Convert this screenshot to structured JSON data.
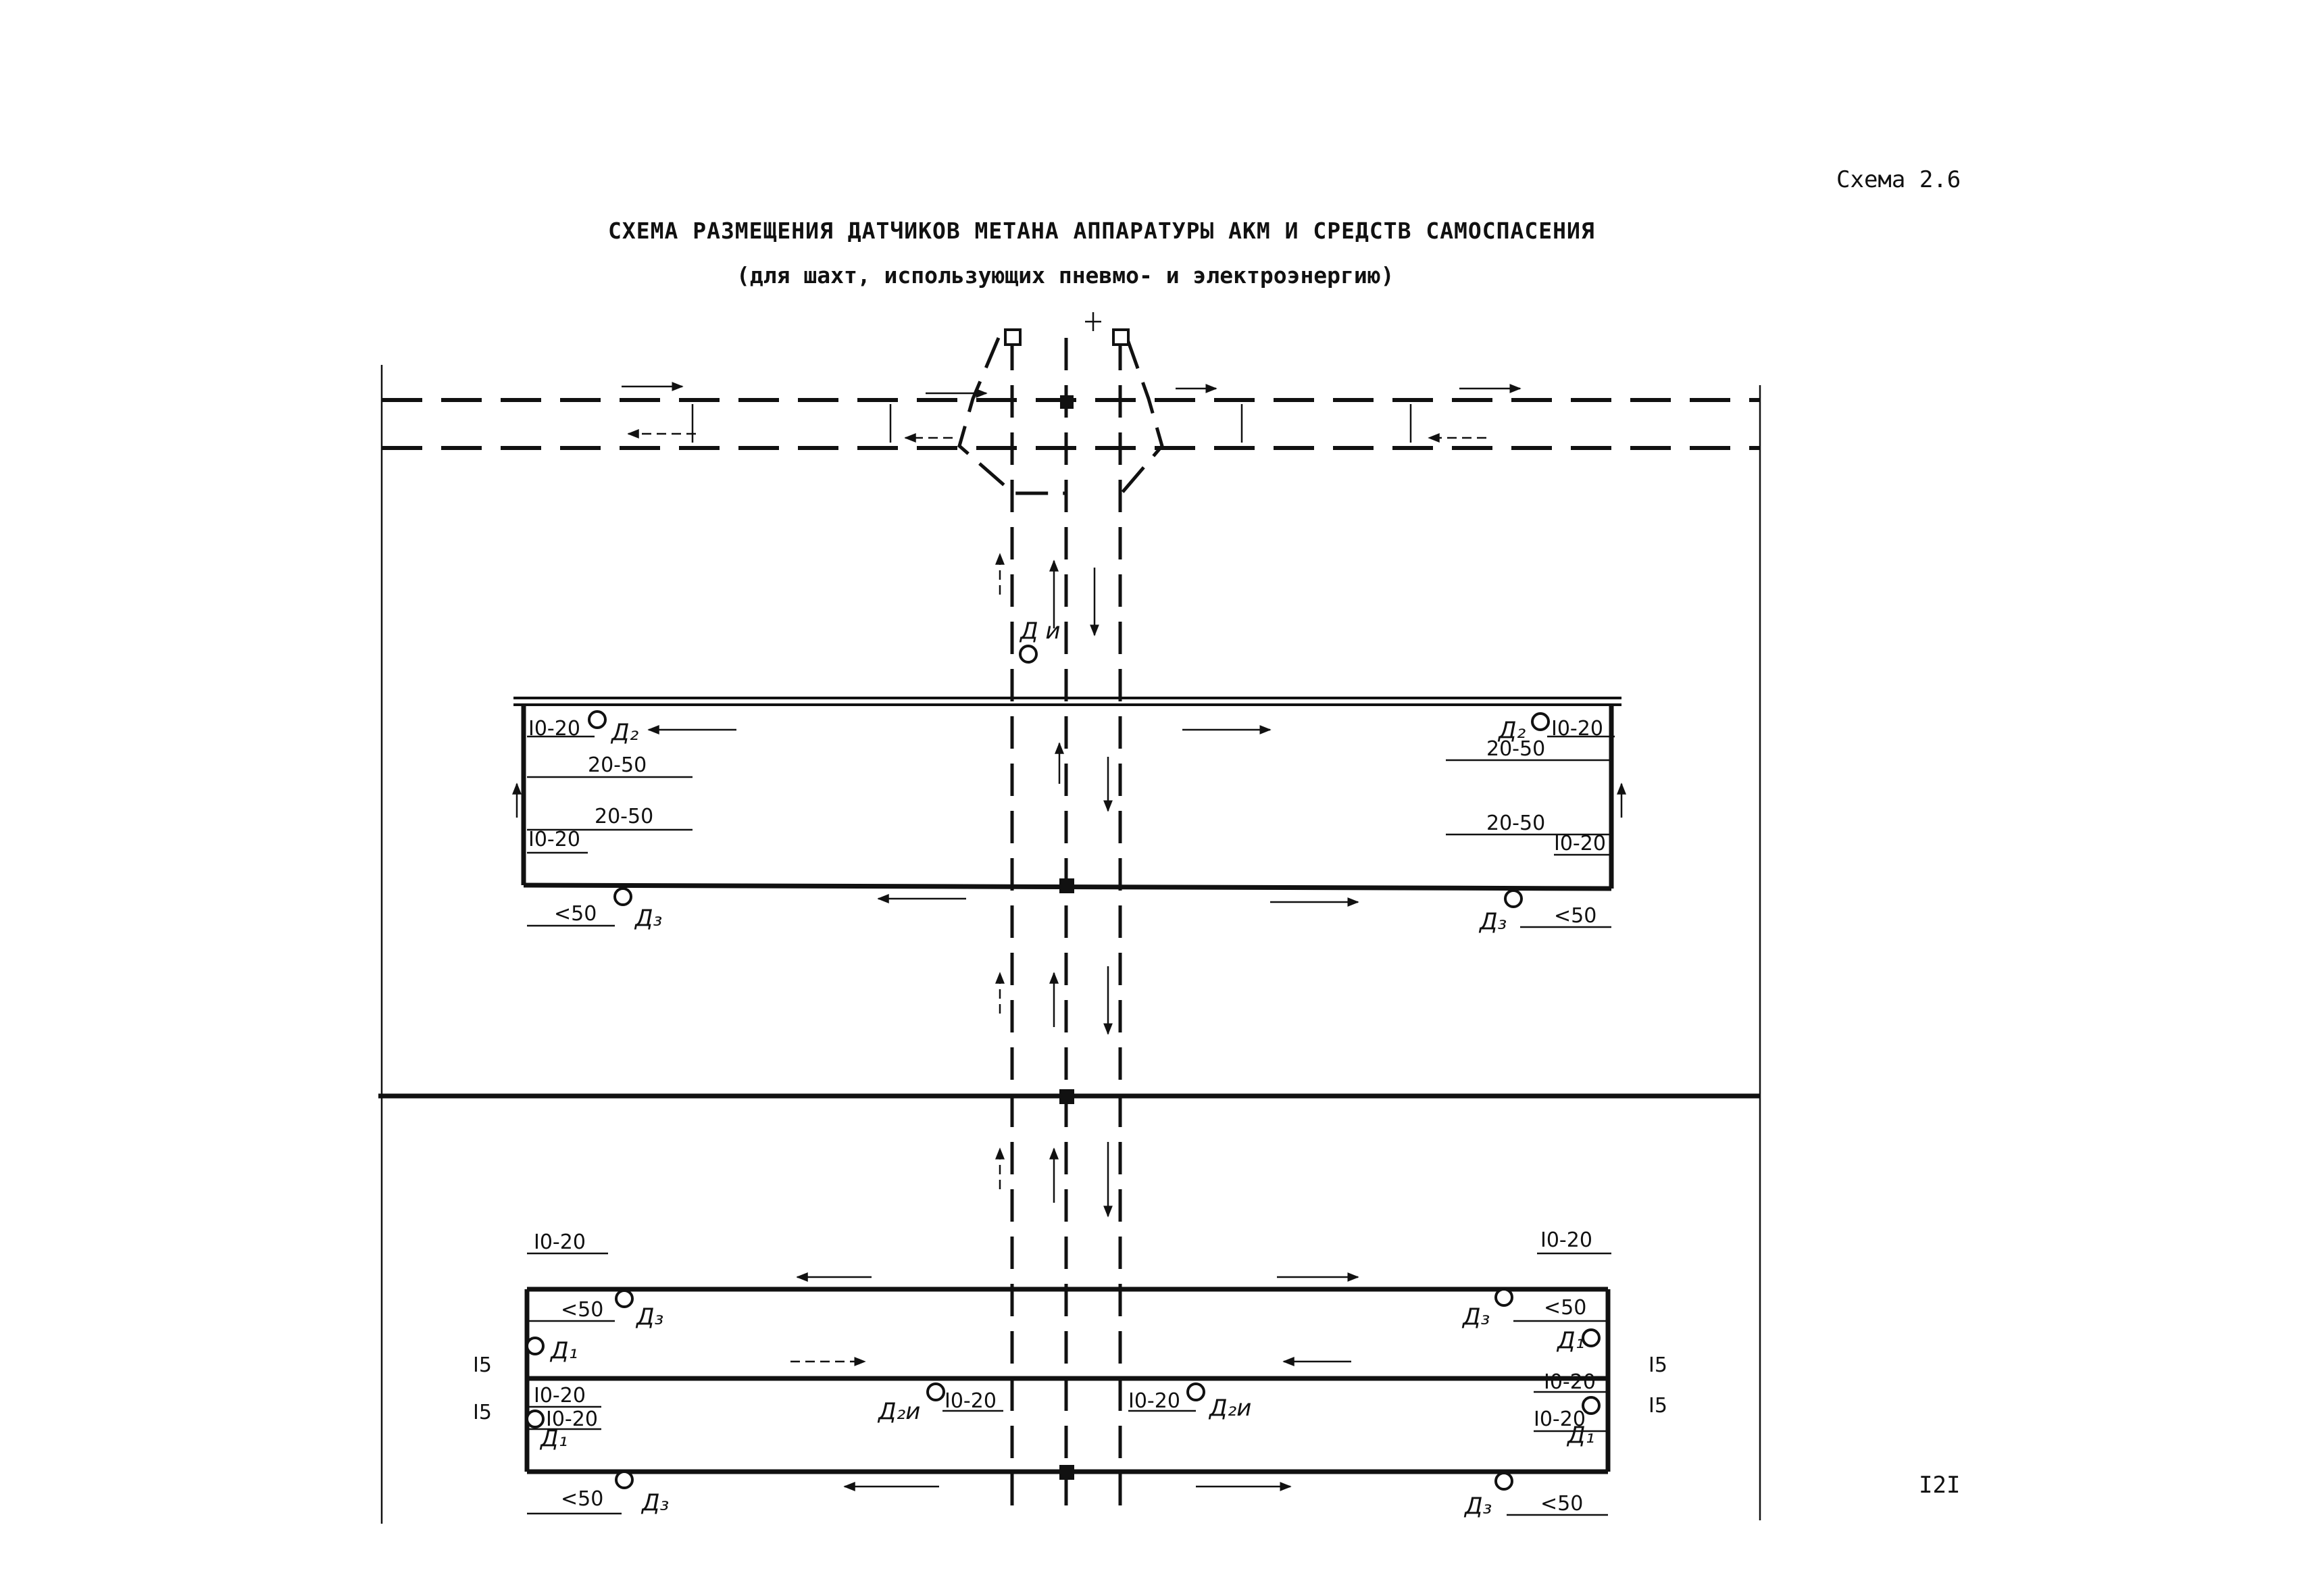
{
  "header": {
    "scheme_label": "Схема 2.6",
    "title": "СХЕМА РАЗМЕЩЕНИЯ ДАТЧИКОВ МЕТАНА АППАРАТУРЫ АКМ И СРЕДСТВ САМОСПАСЕНИЯ",
    "subtitle": "(для шахт, использующих пневмо- и электроэнергию)"
  },
  "footer": {
    "page_number": "I2I"
  },
  "labels": {
    "d1": "Д₁",
    "d2": "Д₂",
    "d3": "Д₃",
    "d2i": "Д₂и",
    "di": "Д и",
    "dim_10_20": "I0-20",
    "dim_20_50": "20-50",
    "dim_lt50": "<50",
    "dim_15": "I5"
  }
}
